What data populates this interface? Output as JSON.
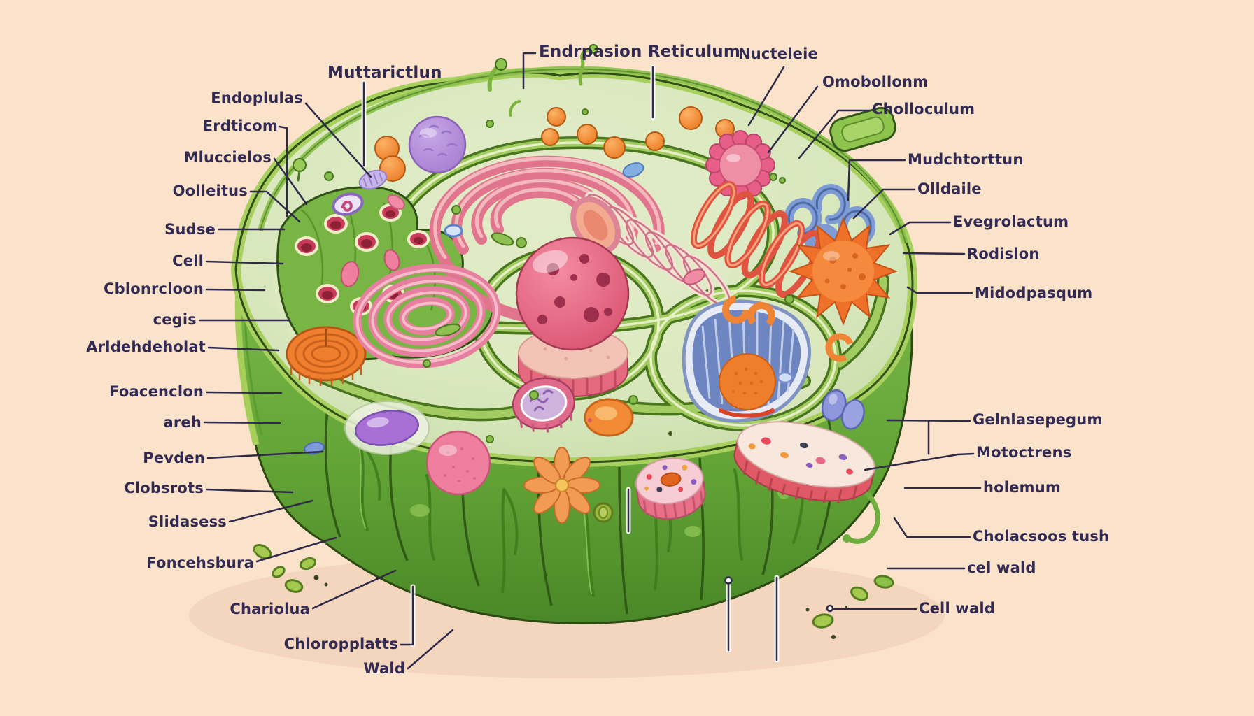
{
  "scene": {
    "description": "Stylized illustration of a plant cell cross-section (green cylindrical cell) surrounded by labeled organelle callouts",
    "background_color": "#fbe3cb",
    "label_text_color": "#322a52",
    "leader_line_color": "#2f2a48"
  },
  "palette": {
    "cell_wall_light": "#a6cf5c",
    "cell_wall_mid": "#76b242",
    "cell_wall_dark": "#4a8727",
    "surface_fill": "#d9e7c0",
    "ridge_green": "#a2cc62",
    "er_pink": "#e0758d",
    "nucleus_pink": "#e86080",
    "orange": "#ef7f2e",
    "purple": "#b48bd9",
    "blue": "#7e9bd3",
    "red_coil": "#df5440"
  },
  "labels": [
    {
      "id": "endoplulas",
      "text": "Endoplulas"
    },
    {
      "id": "erdticom",
      "text": "Erdticom"
    },
    {
      "id": "mluccielos",
      "text": "Mluccielos"
    },
    {
      "id": "oolleitus",
      "text": "Oolleitus"
    },
    {
      "id": "sudse",
      "text": "Sudse"
    },
    {
      "id": "cell",
      "text": "Cell"
    },
    {
      "id": "cblonrcloon",
      "text": "Cblonrcloon"
    },
    {
      "id": "cegis",
      "text": "cegis"
    },
    {
      "id": "arldehdeholat",
      "text": "Arldehdeholat"
    },
    {
      "id": "foacenclon",
      "text": "Foacenclon"
    },
    {
      "id": "areh",
      "text": "areh"
    },
    {
      "id": "pevden",
      "text": "Pevden"
    },
    {
      "id": "clobsrots",
      "text": "Clobsrots"
    },
    {
      "id": "slidasess",
      "text": "Slidasess"
    },
    {
      "id": "foncehsbura",
      "text": "Foncehsbura"
    },
    {
      "id": "chariolua",
      "text": "Chariolua"
    },
    {
      "id": "chloropplatts",
      "text": "Chloropplatts"
    },
    {
      "id": "wald",
      "text": "Wald"
    },
    {
      "id": "muttarictlun",
      "text": "Muttarictlun"
    },
    {
      "id": "endrpasion-reticulum",
      "text": "Endrpasion Reticulum"
    },
    {
      "id": "nucteleie",
      "text": "Nucteleie"
    },
    {
      "id": "omobollonm",
      "text": "Omobollonm"
    },
    {
      "id": "cholloculum",
      "text": "Cholloculum"
    },
    {
      "id": "mudchtorttun",
      "text": "Mudchtorttun"
    },
    {
      "id": "olldaile",
      "text": "Olldaile"
    },
    {
      "id": "evegrolactum",
      "text": "Evegrolactum"
    },
    {
      "id": "rodislon",
      "text": "Rodislon"
    },
    {
      "id": "midodpasqum",
      "text": "Midodpasqum"
    },
    {
      "id": "gelnlasepegum",
      "text": "Gelnlasepegum"
    },
    {
      "id": "motoctrens",
      "text": "Motoctrens"
    },
    {
      "id": "holemum",
      "text": "holemum"
    },
    {
      "id": "cholacsoos-tush",
      "text": "Cholacsoos tush"
    },
    {
      "id": "cel-wald",
      "text": "cel wald"
    },
    {
      "id": "cell-wald",
      "text": "Cell wald"
    }
  ]
}
